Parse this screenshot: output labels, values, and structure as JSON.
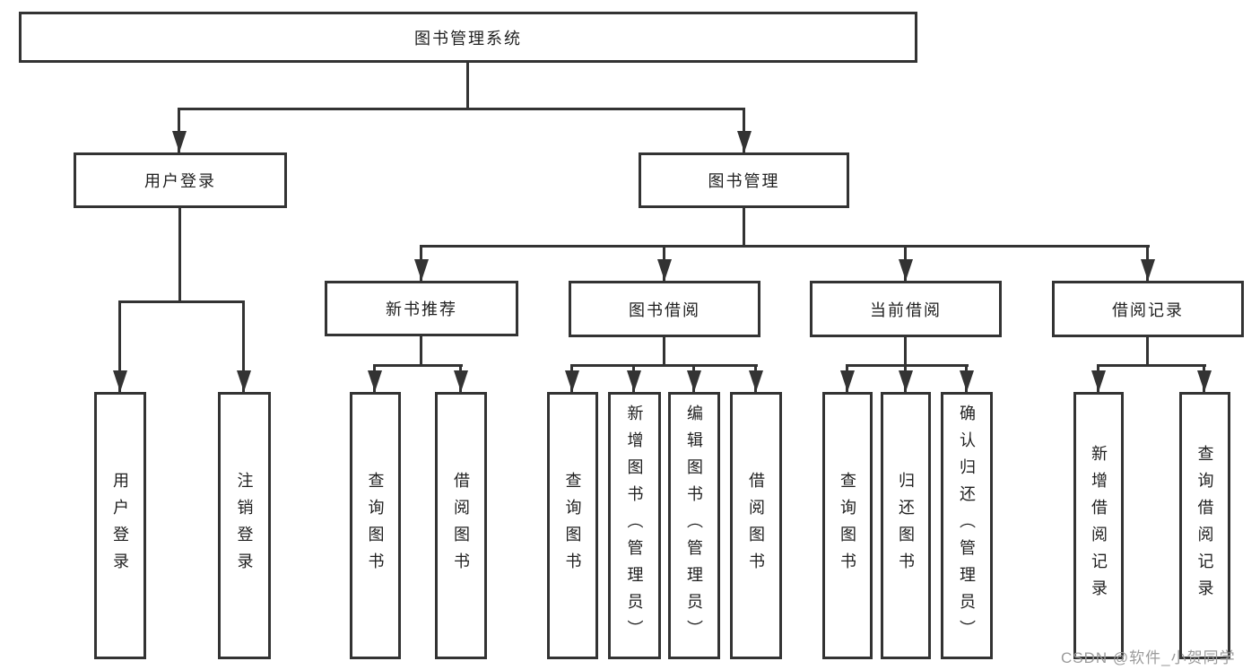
{
  "diagram_type": "hierarchy-tree",
  "watermark": "CSDN @软件_小贺同学",
  "colors": {
    "line": "#333333",
    "text": "#1f1f1f",
    "background": "#ffffff",
    "watermark": "#9b9b9b"
  },
  "tree": {
    "label": "图书管理系统",
    "children": [
      {
        "label": "用户登录",
        "children": [
          {
            "label": "用户登录"
          },
          {
            "label": "注销登录"
          }
        ]
      },
      {
        "label": "图书管理",
        "children": [
          {
            "label": "新书推荐",
            "children": [
              {
                "label": "查询图书"
              },
              {
                "label": "借阅图书"
              }
            ]
          },
          {
            "label": "图书借阅",
            "children": [
              {
                "label": "查询图书"
              },
              {
                "label": "新增图书（管理员）"
              },
              {
                "label": "编辑图书（管理员）"
              },
              {
                "label": "借阅图书"
              }
            ]
          },
          {
            "label": "当前借阅",
            "children": [
              {
                "label": "查询图书"
              },
              {
                "label": "归还图书"
              },
              {
                "label": "确认归还（管理员）"
              }
            ]
          },
          {
            "label": "借阅记录",
            "children": [
              {
                "label": "新增借阅记录"
              },
              {
                "label": "查询借阅记录"
              }
            ]
          }
        ]
      }
    ]
  }
}
